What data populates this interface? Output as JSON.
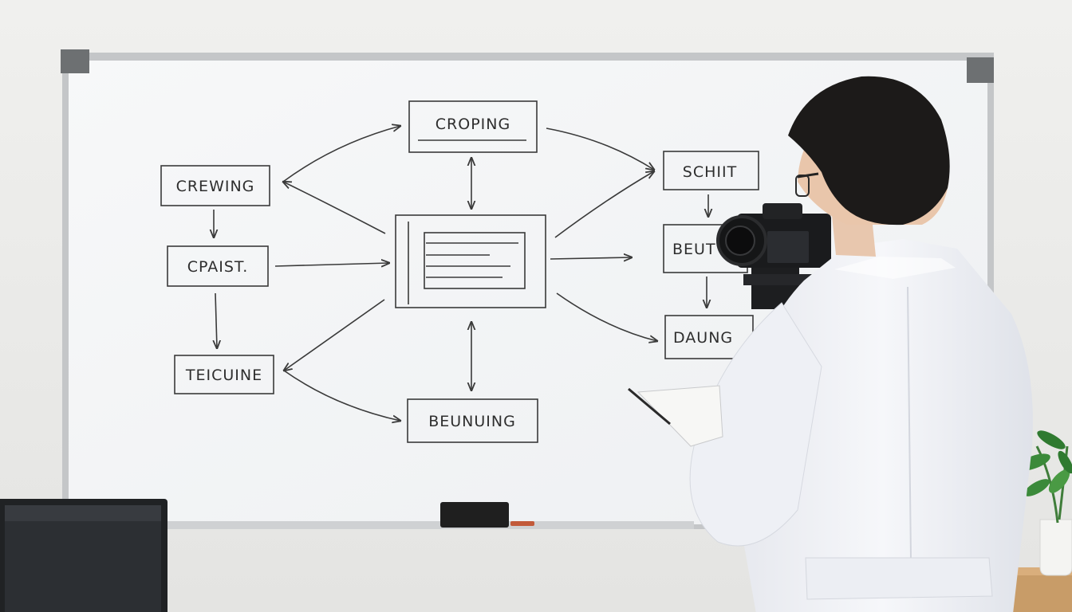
{
  "whiteboard": {
    "boxes": {
      "top": "CROPING",
      "left_1": "CREWING",
      "left_2": "CPAIST.",
      "left_3": "TEICUINE",
      "bottom": "BEUNUING",
      "right_1": "SCHIIT",
      "right_2": "BEUT",
      "right_3": "DAUNG"
    }
  },
  "colors": {
    "wall": "#ececea",
    "whiteboard": "#f5f6f7",
    "frame": "#c4c6c8",
    "marker_ink": "#3a3a3a",
    "lab_coat": "#f2f3f6",
    "hair": "#1c1a19"
  }
}
